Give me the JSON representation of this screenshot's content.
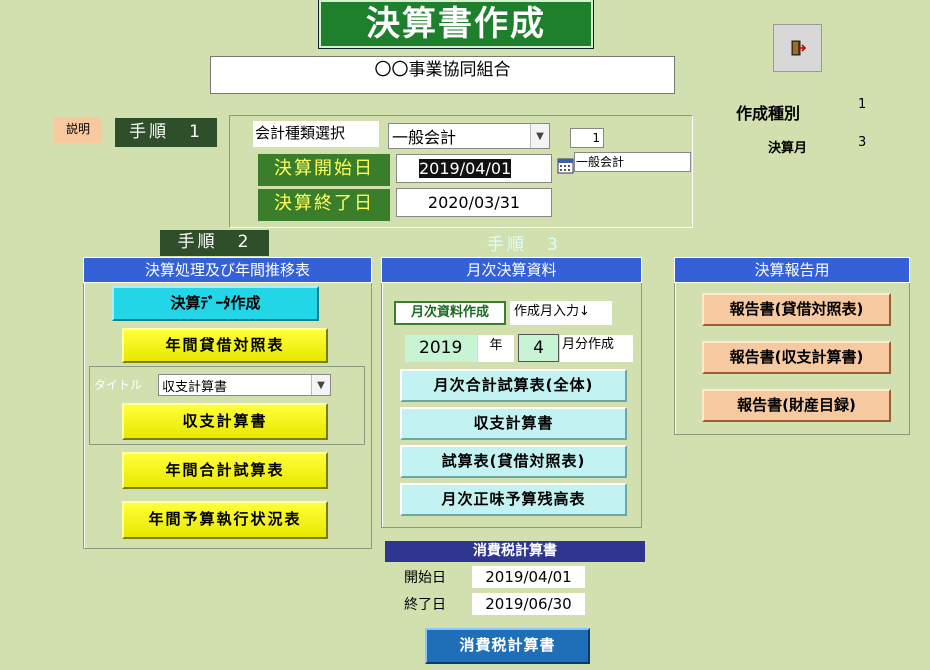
{
  "header": {
    "title": "決算書作成",
    "org_name": "〇〇事業協同組合"
  },
  "right_info": {
    "type_label": "作成種別",
    "type_value": "1",
    "month_label": "決算月",
    "month_value": "3"
  },
  "step1": {
    "desc_button": "説明",
    "step_label": "手順　1",
    "account_type_label": "会計種類選択",
    "account_type_value": "一般会計",
    "account_code": "1",
    "account_name_display": "一般会計",
    "start_label": "決算開始日",
    "start_value": "2019/04/01",
    "end_label": "決算終了日",
    "end_value": "2020/03/31"
  },
  "step2": {
    "step_label": "手順　2",
    "panel_title": "決算処理及び年間推移表",
    "btn_data_create": "決算ﾃﾞｰﾀ作成",
    "btn_annual_bs": "年間貸借対照表",
    "title_label": "タイトル",
    "title_value": "収支計算書",
    "btn_income": "収支計算書",
    "btn_annual_trial": "年間合計試算表",
    "btn_budget": "年間予算執行状況表"
  },
  "step3": {
    "step_label": "手順　3",
    "panel_title": "月次決算資料",
    "monthly_create_label": "月次資料作成",
    "month_input_label": "作成月入力↓",
    "year_value": "2019",
    "year_unit": "年",
    "month_value": "4",
    "month_unit": "月分作成",
    "btn_monthly_trial": "月次合計試算表(全体)",
    "btn_income": "収支計算書",
    "btn_trial_bs": "試算表(貸借対照表)",
    "btn_budget_balance": "月次正味予算残高表"
  },
  "report": {
    "panel_title": "決算報告用",
    "btn_bs": "報告書(貸借対照表)",
    "btn_income": "報告書(収支計算書)",
    "btn_assets": "報告書(財産目録)"
  },
  "tax": {
    "title": "消費税計算書",
    "start_label": "開始日",
    "start_value": "2019/04/01",
    "end_label": "終了日",
    "end_value": "2019/06/30",
    "button": "消費税計算書"
  },
  "icons": {
    "exit": "exit-door-icon",
    "calendar": "calendar-icon",
    "dropdown": "chevron-down-icon"
  },
  "colors": {
    "background": "#d2e0b0",
    "title_green": "#1e7f2d",
    "panel_blue": "#3561d8",
    "button_yellow": "#ffff3a"
  }
}
